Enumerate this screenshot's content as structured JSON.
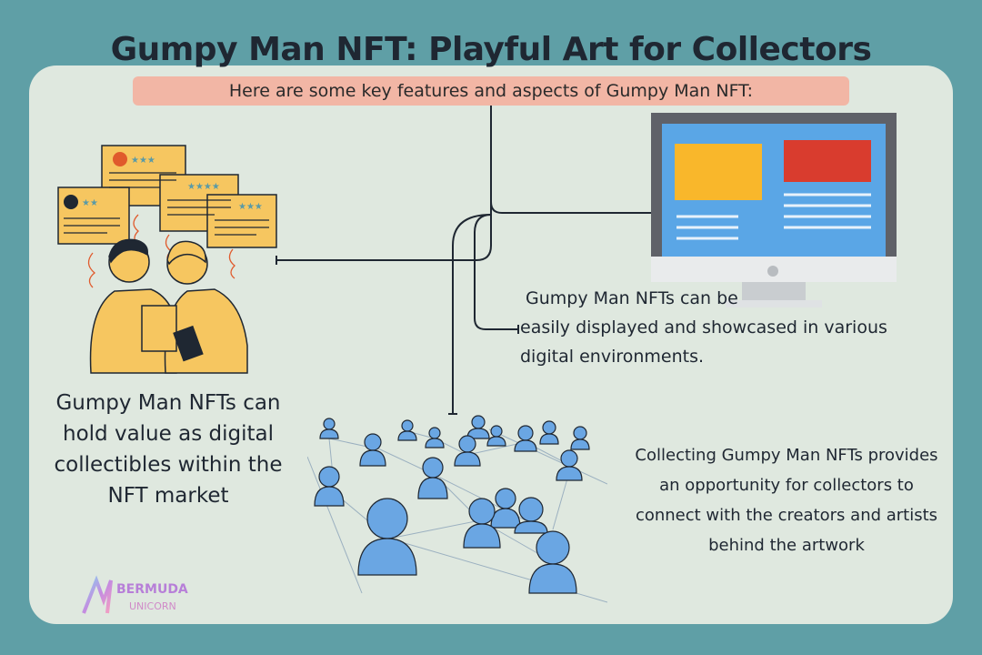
{
  "header": {
    "title": "Gumpy Man NFT: Playful Art for Collectors",
    "subtitle": "Here are some key features and aspects of Gumpy Man NFT:"
  },
  "features": {
    "value": "Gumpy Man NFTs can hold value as digital collectibles within the NFT market",
    "display_line1": "Gumpy Man NFTs can be",
    "display_line2": "easily displayed and showcased in various",
    "display_line3": "digital environments.",
    "community": "Collecting Gumpy Man NFTs provides an opportunity for collectors to connect with the creators and artists behind the artwork"
  },
  "logo": {
    "line1": "BERMUDA",
    "line2": "UNICORN"
  },
  "colors": {
    "background": "#5f9fa6",
    "panel": "#dfe8df",
    "subtitle_bg": "#f2b6a5",
    "card": "#f6c660",
    "person": "#f6c660",
    "monitor_screen": "#5aa6e6",
    "monitor_yellow": "#f9b72b",
    "monitor_red": "#d93c2e",
    "network_people": "#6aa6e3"
  },
  "icons": {
    "reviews": "review-cards-illustration",
    "monitor": "computer-monitor-illustration",
    "network": "people-network-illustration"
  }
}
